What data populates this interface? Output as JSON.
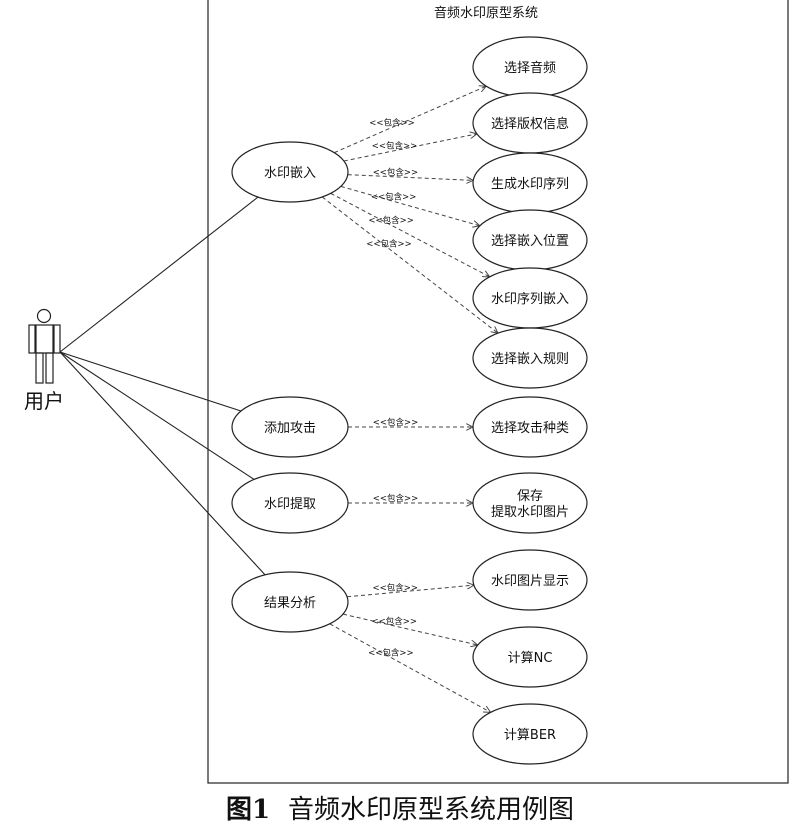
{
  "system": {
    "title": "音频水印原型系统"
  },
  "actor": {
    "name": "用户"
  },
  "use_cases": {
    "embed": "水印嵌入",
    "attack": "添加攻击",
    "extract": "水印提取",
    "analysis": "结果分析"
  },
  "included_cases": {
    "select_audio": "选择音频",
    "select_copyright": "选择版权信息",
    "gen_sequence": "生成水印序列",
    "select_position": "选择嵌入位置",
    "embed_sequence": "水印序列嵌入",
    "select_rule": "选择嵌入规则",
    "select_attack": "选择攻击种类",
    "save_image": [
      "保存",
      "提取水印图片"
    ],
    "show_image": "水印图片显示",
    "calc_nc": "计算NC",
    "calc_ber": "计算BER"
  },
  "include_label": "<<包含>>",
  "caption": {
    "number": "图1",
    "text": "音频水印原型系统用例图"
  }
}
